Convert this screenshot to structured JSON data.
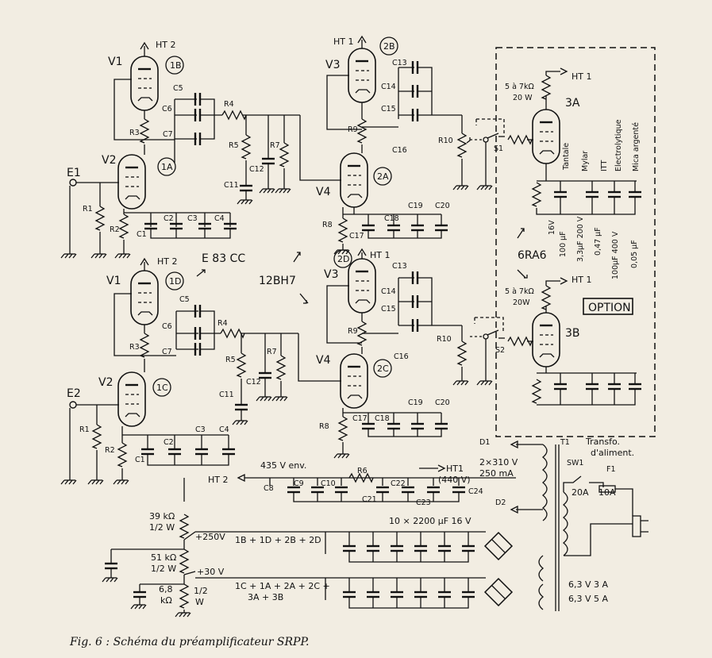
{
  "caption": "Fig. 6 : Schéma du préamplificateur SRPP.",
  "tube_types": {
    "e83cc": "E 83 CC",
    "bh7": "12BH7",
    "ra6": "6RA6"
  },
  "option_label": "OPTION",
  "stages": {
    "s1A": "1A",
    "s1B": "1B",
    "s1C": "1C",
    "s1D": "1D",
    "s2A": "2A",
    "s2B": "2B",
    "s2C": "2C",
    "s2D": "2D",
    "s3A": "3A",
    "s3B": "3B"
  },
  "tubes": {
    "v1": "V1",
    "v2": "V2",
    "v3": "V3",
    "v4": "V4"
  },
  "inputs": {
    "e1": "E1",
    "e2": "E2"
  },
  "rails": {
    "ht1": "HT 1",
    "ht2": "HT 2",
    "ht1_440": "HT1",
    "ht1_440_val": "(440 V)",
    "ht2_env": "435 V env."
  },
  "parts": {
    "r1": "R1",
    "r2": "R2",
    "r3": "R3",
    "r4": "R4",
    "r5": "R5",
    "r6": "R6",
    "r7": "R7",
    "r8": "R8",
    "r9": "R9",
    "r10": "R10",
    "c1": "C1",
    "c2": "C2",
    "c3": "C3",
    "c4": "C4",
    "c5": "C5",
    "c6": "C6",
    "c7": "C7",
    "c8": "C8",
    "c9": "C9",
    "c10": "C10",
    "c11": "C11",
    "c12": "C12",
    "c13": "C13",
    "c14": "C14",
    "c15": "C15",
    "c16": "C16",
    "c17": "C17",
    "c18": "C18",
    "c19": "C19",
    "c20": "C20",
    "c21": "C21",
    "c22": "C22",
    "c23": "C23",
    "c24": "C24",
    "s1": "S1",
    "s2": "S2",
    "d1": "D1",
    "d2": "D2",
    "t1": "T1",
    "sw1": "SW1",
    "f1": "F1"
  },
  "option_values": {
    "load": "5 à 7kΩ",
    "load_w": "20 W",
    "load_w_b": "20W",
    "tantale": "Tantale",
    "mylar": "Mylar",
    "itt": "ITT",
    "electro": "Electrolytique",
    "mica": "Mica argenté",
    "v16": "16V",
    "v100uf": "100 µF",
    "v33": "3,3µF 200 V",
    "v047": "0,47 µF",
    "v100uf400": "100µF 400 V",
    "v005": "0,05 µF"
  },
  "power": {
    "transfo": "Transfo.",
    "alim": "d'aliment.",
    "d1_spec": "2×310 V",
    "d1_ma": "250 mA",
    "fuse1": "20A",
    "fuse2": "10A",
    "caps": "10 × 2200 µF   16 V",
    "res39": "39 kΩ",
    "res39w": "1/2 W",
    "v250": "+250V",
    "res51": "51 kΩ",
    "res51w": "1/2 W",
    "v30": "+30 V",
    "res68": "6,8",
    "res68u": "kΩ",
    "res68w": "1/2",
    "res68wu": "W",
    "rail_a": "1B + 1D + 2B + 2D",
    "rail_b": "1C + 1A + 2A + 2C +",
    "rail_b2": "3A + 3B",
    "sec_a": "6,3 V   3 A",
    "sec_b": "6,3 V   5 A"
  },
  "colors": {
    "ink": "#111111",
    "paper": "#f2ede2"
  }
}
